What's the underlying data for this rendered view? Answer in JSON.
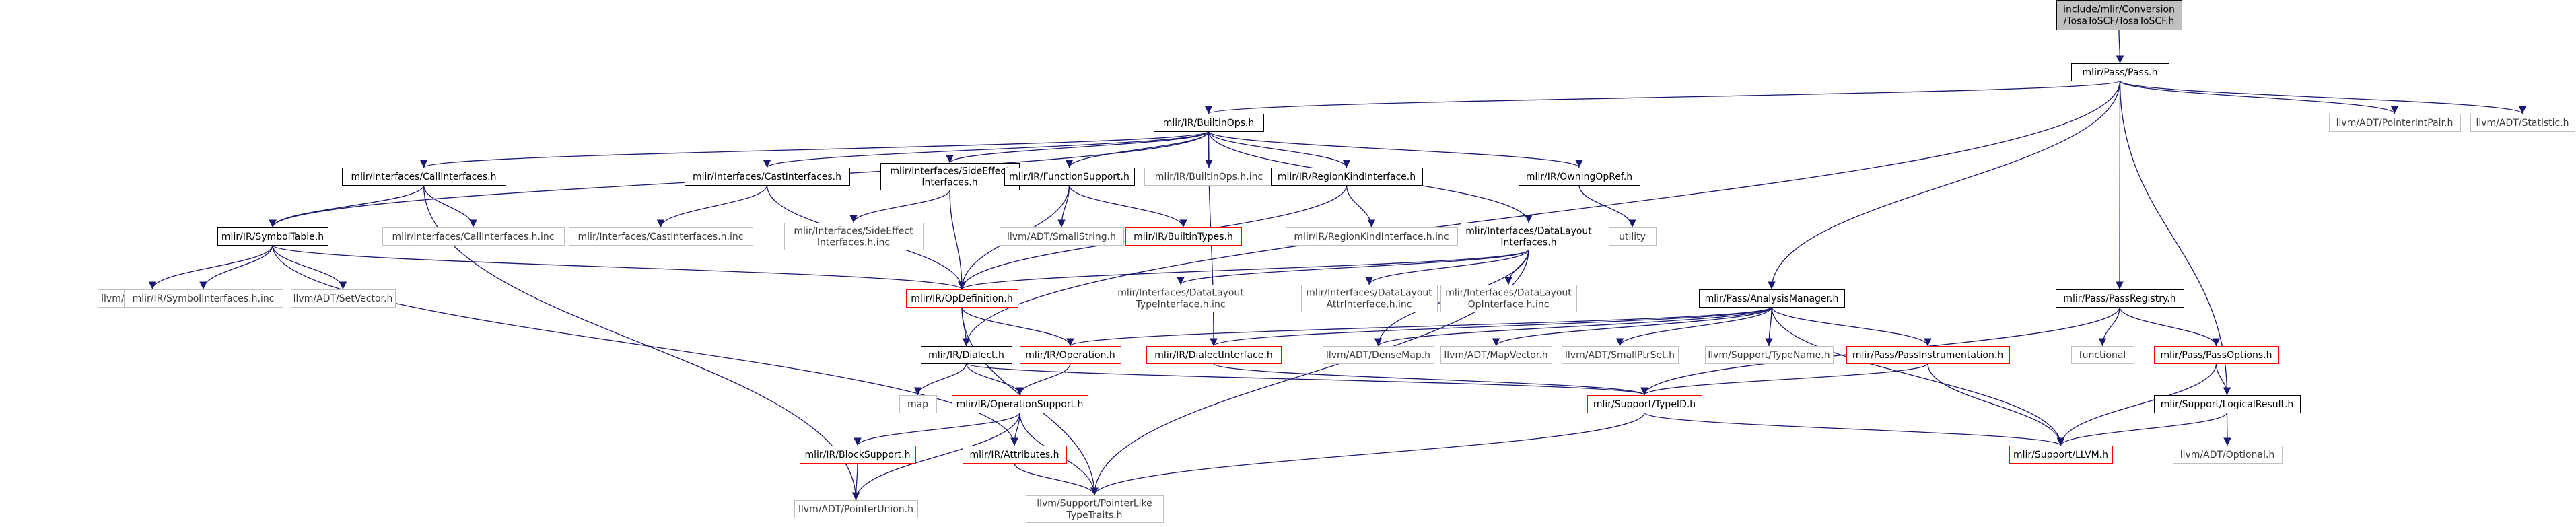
{
  "colors": {
    "edge": "#191970",
    "node_border_black": "#000000",
    "node_border_red": "#ff0000",
    "node_border_gray": "#bfbfbf",
    "root_fill": "#bfbfbf",
    "node_fill": "#ffffff"
  },
  "nodes": [
    {
      "id": "root",
      "label": "include/mlir/Conversion\n/TosaToSCF/TosaToSCF.h",
      "style": "root"
    },
    {
      "id": "passpass",
      "label": "mlir/Pass/Pass.h",
      "style": "black"
    },
    {
      "id": "builtinops",
      "label": "mlir/IR/BuiltinOps.h",
      "style": "black"
    },
    {
      "id": "pointerintpair",
      "label": "llvm/ADT/PointerIntPair.h",
      "style": "gray"
    },
    {
      "id": "statistic",
      "label": "llvm/ADT/Statistic.h",
      "style": "gray"
    },
    {
      "id": "callinterfaces",
      "label": "mlir/Interfaces/CallInterfaces.h",
      "style": "black"
    },
    {
      "id": "castinterfaces",
      "label": "mlir/Interfaces/CastInterfaces.h",
      "style": "black"
    },
    {
      "id": "sideeffect",
      "label": "mlir/Interfaces/SideEffect\nInterfaces.h",
      "style": "black"
    },
    {
      "id": "functionsupport",
      "label": "mlir/IR/FunctionSupport.h",
      "style": "black"
    },
    {
      "id": "builtinopsinc",
      "label": "mlir/IR/BuiltinOps.h.inc",
      "style": "gray"
    },
    {
      "id": "regionkind",
      "label": "mlir/IR/RegionKindInterface.h",
      "style": "black"
    },
    {
      "id": "owningopref",
      "label": "mlir/IR/OwningOpRef.h",
      "style": "black"
    },
    {
      "id": "symboltable",
      "label": "mlir/IR/SymbolTable.h",
      "style": "black"
    },
    {
      "id": "callinc",
      "label": "mlir/Interfaces/CallInterfaces.h.inc",
      "style": "gray"
    },
    {
      "id": "castinc",
      "label": "mlir/Interfaces/CastInterfaces.h.inc",
      "style": "gray"
    },
    {
      "id": "sideeffectinc",
      "label": "mlir/Interfaces/SideEffect\nInterfaces.h.inc",
      "style": "gray"
    },
    {
      "id": "smallstring",
      "label": "llvm/ADT/SmallString.h",
      "style": "gray"
    },
    {
      "id": "builtintypes",
      "label": "mlir/IR/BuiltinTypes.h",
      "style": "red"
    },
    {
      "id": "regionkindinc",
      "label": "mlir/IR/RegionKindInterface.h.inc",
      "style": "gray"
    },
    {
      "id": "datalayout",
      "label": "mlir/Interfaces/DataLayout\nInterfaces.h",
      "style": "black"
    },
    {
      "id": "utility",
      "label": "utility",
      "style": "gray"
    },
    {
      "id": "stringmap",
      "label": "llvm/ADT/StringMap.h",
      "style": "gray"
    },
    {
      "id": "symbolinc",
      "label": "mlir/IR/SymbolInterfaces.h.inc",
      "style": "gray"
    },
    {
      "id": "setvector",
      "label": "llvm/ADT/SetVector.h",
      "style": "gray"
    },
    {
      "id": "opdefinition",
      "label": "mlir/IR/OpDefinition.h",
      "style": "red"
    },
    {
      "id": "dltypeinc",
      "label": "mlir/Interfaces/DataLayout\nTypeInterface.h.inc",
      "style": "gray"
    },
    {
      "id": "dlattrinc",
      "label": "mlir/Interfaces/DataLayout\nAttrInterface.h.inc",
      "style": "gray"
    },
    {
      "id": "dlopinc",
      "label": "mlir/Interfaces/DataLayout\nOpInterface.h.inc",
      "style": "gray"
    },
    {
      "id": "analysismanager",
      "label": "mlir/Pass/AnalysisManager.h",
      "style": "black"
    },
    {
      "id": "passregistry",
      "label": "mlir/Pass/PassRegistry.h",
      "style": "black"
    },
    {
      "id": "dialect",
      "label": "mlir/IR/Dialect.h",
      "style": "black"
    },
    {
      "id": "operation",
      "label": "mlir/IR/Operation.h",
      "style": "red"
    },
    {
      "id": "dialectinterface",
      "label": "mlir/IR/DialectInterface.h",
      "style": "red"
    },
    {
      "id": "densemap",
      "label": "llvm/ADT/DenseMap.h",
      "style": "gray"
    },
    {
      "id": "mapvector",
      "label": "llvm/ADT/MapVector.h",
      "style": "gray"
    },
    {
      "id": "smallptrset",
      "label": "llvm/ADT/SmallPtrSet.h",
      "style": "gray"
    },
    {
      "id": "typename",
      "label": "llvm/Support/TypeName.h",
      "style": "gray"
    },
    {
      "id": "passinstrumentation",
      "label": "mlir/Pass/PassInstrumentation.h",
      "style": "red"
    },
    {
      "id": "functional",
      "label": "functional",
      "style": "gray"
    },
    {
      "id": "passoptions",
      "label": "mlir/Pass/PassOptions.h",
      "style": "red"
    },
    {
      "id": "map",
      "label": "map",
      "style": "gray"
    },
    {
      "id": "operationsupport",
      "label": "mlir/IR/OperationSupport.h",
      "style": "red"
    },
    {
      "id": "typeid",
      "label": "mlir/Support/TypeID.h",
      "style": "red"
    },
    {
      "id": "logicalresult",
      "label": "mlir/Support/LogicalResult.h",
      "style": "black"
    },
    {
      "id": "blocksupport",
      "label": "mlir/IR/BlockSupport.h",
      "style": "red"
    },
    {
      "id": "attributes",
      "label": "mlir/IR/Attributes.h",
      "style": "red"
    },
    {
      "id": "optional",
      "label": "llvm/ADT/Optional.h",
      "style": "gray"
    },
    {
      "id": "llvmh",
      "label": "mlir/Support/LLVM.h",
      "style": "red"
    },
    {
      "id": "pointerunion",
      "label": "llvm/ADT/PointerUnion.h",
      "style": "gray"
    },
    {
      "id": "pointerlike",
      "label": "llvm/Support/PointerLike\nTypeTraits.h",
      "style": "gray"
    }
  ],
  "edges": [
    [
      "root",
      "passpass"
    ],
    [
      "passpass",
      "builtinops"
    ],
    [
      "passpass",
      "pointerintpair"
    ],
    [
      "passpass",
      "statistic"
    ],
    [
      "passpass",
      "analysismanager"
    ],
    [
      "passpass",
      "passregistry"
    ],
    [
      "passpass",
      "logicalresult"
    ],
    [
      "passpass",
      "dialect"
    ],
    [
      "builtinops",
      "callinterfaces"
    ],
    [
      "builtinops",
      "castinterfaces"
    ],
    [
      "builtinops",
      "sideeffect"
    ],
    [
      "builtinops",
      "functionsupport"
    ],
    [
      "builtinops",
      "builtinopsinc"
    ],
    [
      "builtinops",
      "regionkind"
    ],
    [
      "builtinops",
      "owningopref"
    ],
    [
      "builtinops",
      "datalayout"
    ],
    [
      "builtinops",
      "symboltable"
    ],
    [
      "builtinops",
      "dialectinterface"
    ],
    [
      "callinterfaces",
      "symboltable"
    ],
    [
      "callinterfaces",
      "callinc"
    ],
    [
      "callinterfaces",
      "pointerunion"
    ],
    [
      "castinterfaces",
      "castinc"
    ],
    [
      "castinterfaces",
      "opdefinition"
    ],
    [
      "sideeffect",
      "sideeffectinc"
    ],
    [
      "sideeffect",
      "opdefinition"
    ],
    [
      "functionsupport",
      "opdefinition"
    ],
    [
      "functionsupport",
      "smallstring"
    ],
    [
      "functionsupport",
      "builtintypes"
    ],
    [
      "regionkind",
      "regionkindinc"
    ],
    [
      "regionkind",
      "opdefinition"
    ],
    [
      "owningopref",
      "utility"
    ],
    [
      "datalayout",
      "opdefinition"
    ],
    [
      "datalayout",
      "dltypeinc"
    ],
    [
      "datalayout",
      "dlattrinc"
    ],
    [
      "datalayout",
      "dlopinc"
    ],
    [
      "datalayout",
      "densemap"
    ],
    [
      "datalayout",
      "pointerlike"
    ],
    [
      "symboltable",
      "stringmap"
    ],
    [
      "symboltable",
      "symbolinc"
    ],
    [
      "symboltable",
      "setvector"
    ],
    [
      "symboltable",
      "opdefinition"
    ],
    [
      "symboltable",
      "attributes"
    ],
    [
      "opdefinition",
      "dialect"
    ],
    [
      "opdefinition",
      "operation"
    ],
    [
      "opdefinition",
      "pointerlike"
    ],
    [
      "analysismanager",
      "operation"
    ],
    [
      "analysismanager",
      "dialectinterface"
    ],
    [
      "analysismanager",
      "densemap"
    ],
    [
      "analysismanager",
      "mapvector"
    ],
    [
      "analysismanager",
      "smallptrset"
    ],
    [
      "analysismanager",
      "typename"
    ],
    [
      "analysismanager",
      "passinstrumentation"
    ],
    [
      "analysismanager",
      "llvmh"
    ],
    [
      "passregistry",
      "functional"
    ],
    [
      "passregistry",
      "passoptions"
    ],
    [
      "passregistry",
      "typeid"
    ],
    [
      "dialect",
      "map"
    ],
    [
      "dialect",
      "operationsupport"
    ],
    [
      "dialect",
      "typeid"
    ],
    [
      "operation",
      "operationsupport"
    ],
    [
      "dialectinterface",
      "typeid"
    ],
    [
      "passinstrumentation",
      "typeid"
    ],
    [
      "passinstrumentation",
      "llvmh"
    ],
    [
      "passoptions",
      "llvmh"
    ],
    [
      "passoptions",
      "logicalresult"
    ],
    [
      "operationsupport",
      "blocksupport"
    ],
    [
      "operationsupport",
      "attributes"
    ],
    [
      "operationsupport",
      "pointerunion"
    ],
    [
      "operationsupport",
      "pointerlike"
    ],
    [
      "typeid",
      "llvmh"
    ],
    [
      "typeid",
      "pointerlike"
    ],
    [
      "logicalresult",
      "optional"
    ],
    [
      "logicalresult",
      "llvmh"
    ],
    [
      "blocksupport",
      "pointerunion"
    ],
    [
      "attributes",
      "pointerlike"
    ]
  ]
}
